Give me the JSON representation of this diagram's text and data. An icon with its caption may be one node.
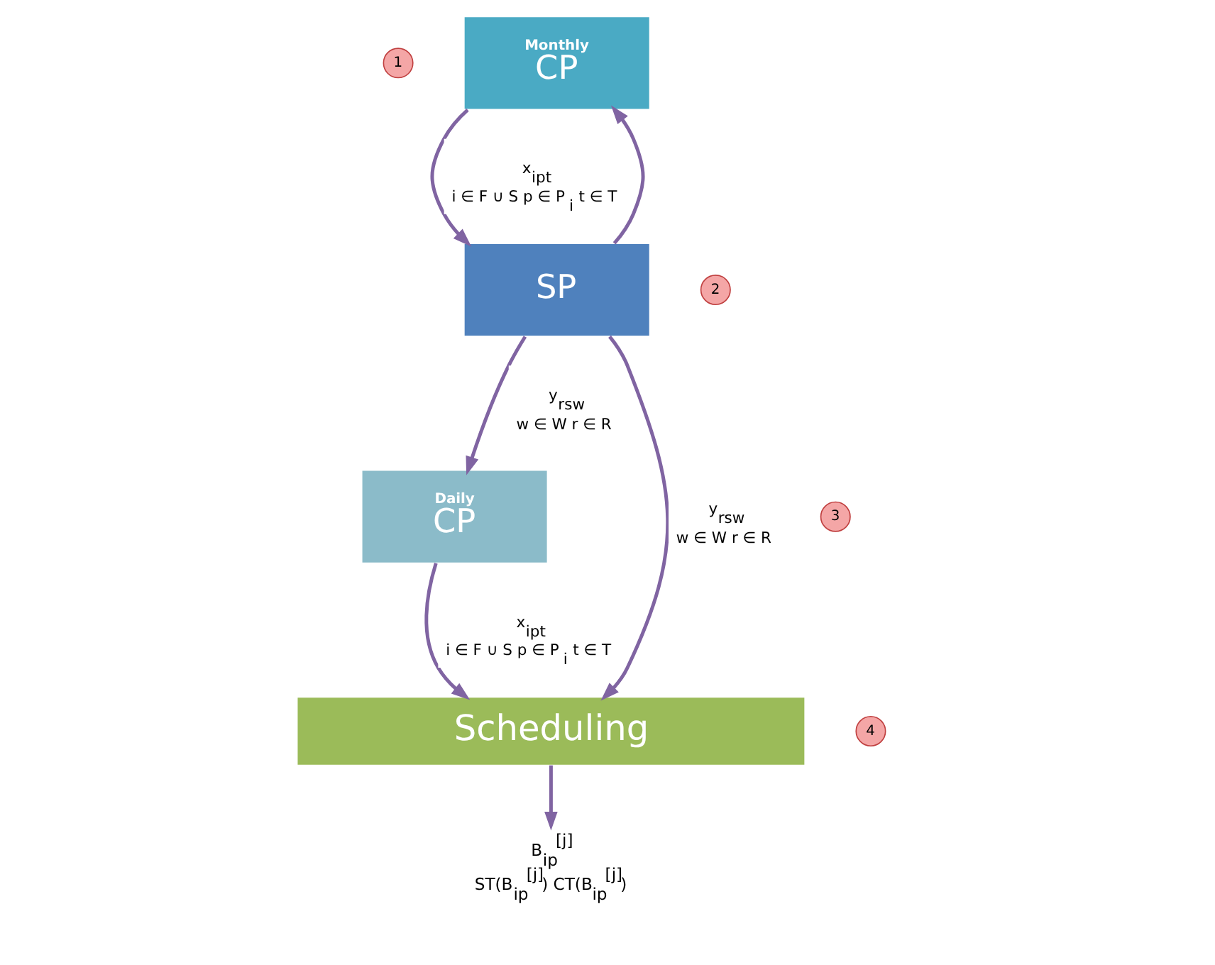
{
  "diagram": {
    "nodes": [
      {
        "text": [
          "1"
        ]
      },
      {
        "text": [
          "Monthly",
          "CP"
        ]
      },
      {
        "text": [
          "2"
        ]
      },
      {
        "text": [
          "SP"
        ]
      },
      {
        "text": [
          "3"
        ]
      },
      {
        "text": [
          "Daily",
          "CP"
        ]
      },
      {
        "text": [
          "4"
        ]
      },
      {
        "text": [
          "Scheduling"
        ]
      },
      {
        "text": [
          "B$_{ip}$$^{[j]}$",
          "ST(B$_{ip}$$^{[j]}$) CT(B$_{ip}$$^{[j]}$)"
        ]
      }
    ],
    "edges": [
      {
        "from": 1,
        "to": 3,
        "arrow": "to",
        "label": "x$_{ipt}$ i ∈ F ∪ S p ∈ P$_{i}$ t ∈ T"
      },
      {
        "from": 3,
        "to": 1,
        "arrow": "to"
      },
      {
        "from": 3,
        "to": 5,
        "arrow": "to",
        "label": "y$_{rsw}$ w ∈ W r ∈ R"
      },
      {
        "from": 3,
        "to": 7,
        "arrow": "to",
        "label": "y$_{rsw}$ w ∈ W r ∈ R"
      },
      {
        "from": 5,
        "to": 7,
        "arrow": "to",
        "label": "x$_{ipt}$ i ∈ F ∪ S p ∈ P$_{i}$ t ∈ T"
      },
      {
        "from": 7,
        "to": 8,
        "arrow": "to"
      }
    ]
  }
}
